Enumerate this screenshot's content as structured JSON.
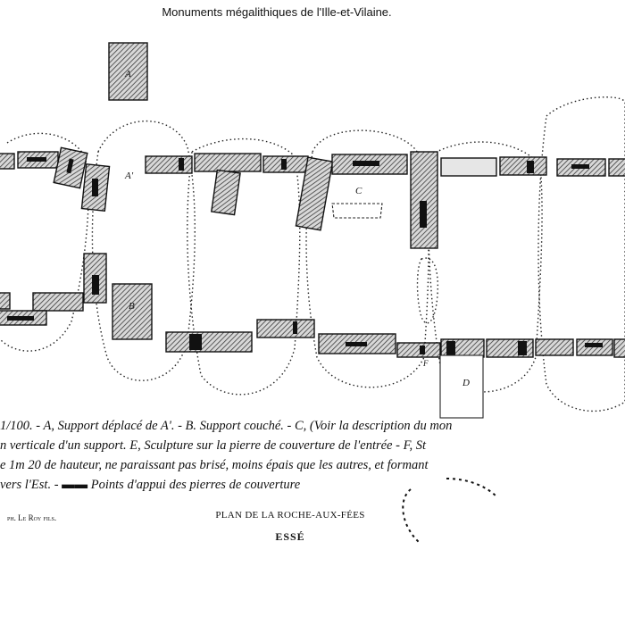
{
  "header": {
    "title": "Monuments mégalithiques de l'Ille-et-Vilaine."
  },
  "plan": {
    "labels": {
      "a": "A",
      "a_prime": "A'",
      "b": "B",
      "c": "C",
      "d": "D",
      "f": "F"
    }
  },
  "caption": {
    "lines": [
      "1/100. - A, Support déplacé de A'. - B. Support couché. - C, (Voir la description du mon",
      "n verticale d'un support. E, Sculpture sur la pierre de couverture de l'entrée - F, St",
      "e 1m 20 de hauteur, ne paraissant pas brisé, moins épais que les autres, et formant",
      "vers l'Est. - ▬▬ Points d'appui des pierres de couverture"
    ]
  },
  "footer": {
    "credit": "ph. Le Roy fils.",
    "plan_title": "PLAN DE LA ROCHE-AUX-FÉES",
    "subtitle": "ESSÉ"
  },
  "colors": {
    "ink": "#111111",
    "stone_fill": "#7a7a7a",
    "paper": "#ffffff"
  }
}
